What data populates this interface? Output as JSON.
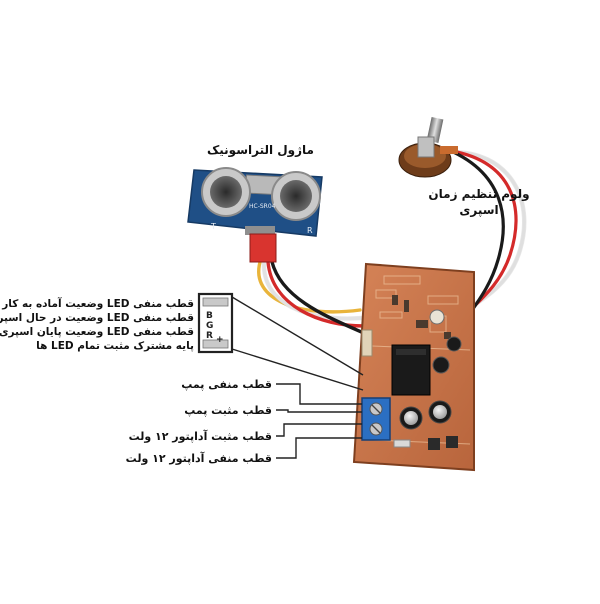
{
  "labels": {
    "ultrasonic_module": "ماژول التراسونیک",
    "volume_line1": "ولوم تنظیم زمان",
    "volume_line2": "اسپری",
    "led_ready": "قطب منفی LED وضعیت آماده به کار",
    "led_spraying": "قطب منفی LED وضعیت در حال اسپری",
    "led_end": "قطب منفی LED وضعیت پایان اسپری",
    "led_common": "پایه مشترک مثبت تمام  LED ها",
    "pump_negative": "قطب منفی پمپ",
    "pump_positive": "قطب مثبت پمپ",
    "adapter_positive": "قطب مثبت آداپتور ۱۲ ولت",
    "adapter_negative": "قطب منفی آداپتور ۱۲ ولت"
  },
  "connector_pins": [
    "B",
    "G",
    "R",
    "+"
  ],
  "sensor_marks": {
    "left": "T",
    "center": "HC-SR04",
    "right": "R"
  },
  "colors": {
    "pcb": "#c8744a",
    "sensor_board": "#1f4f86",
    "terminal_block": "#2b6fc2",
    "relay": "#1a1a1a",
    "wire_red": "#d42a2a",
    "wire_white": "#f2f2f2",
    "wire_black": "#1a1a1a",
    "wire_yellow": "#e9b43a",
    "leader_line": "#222222"
  }
}
